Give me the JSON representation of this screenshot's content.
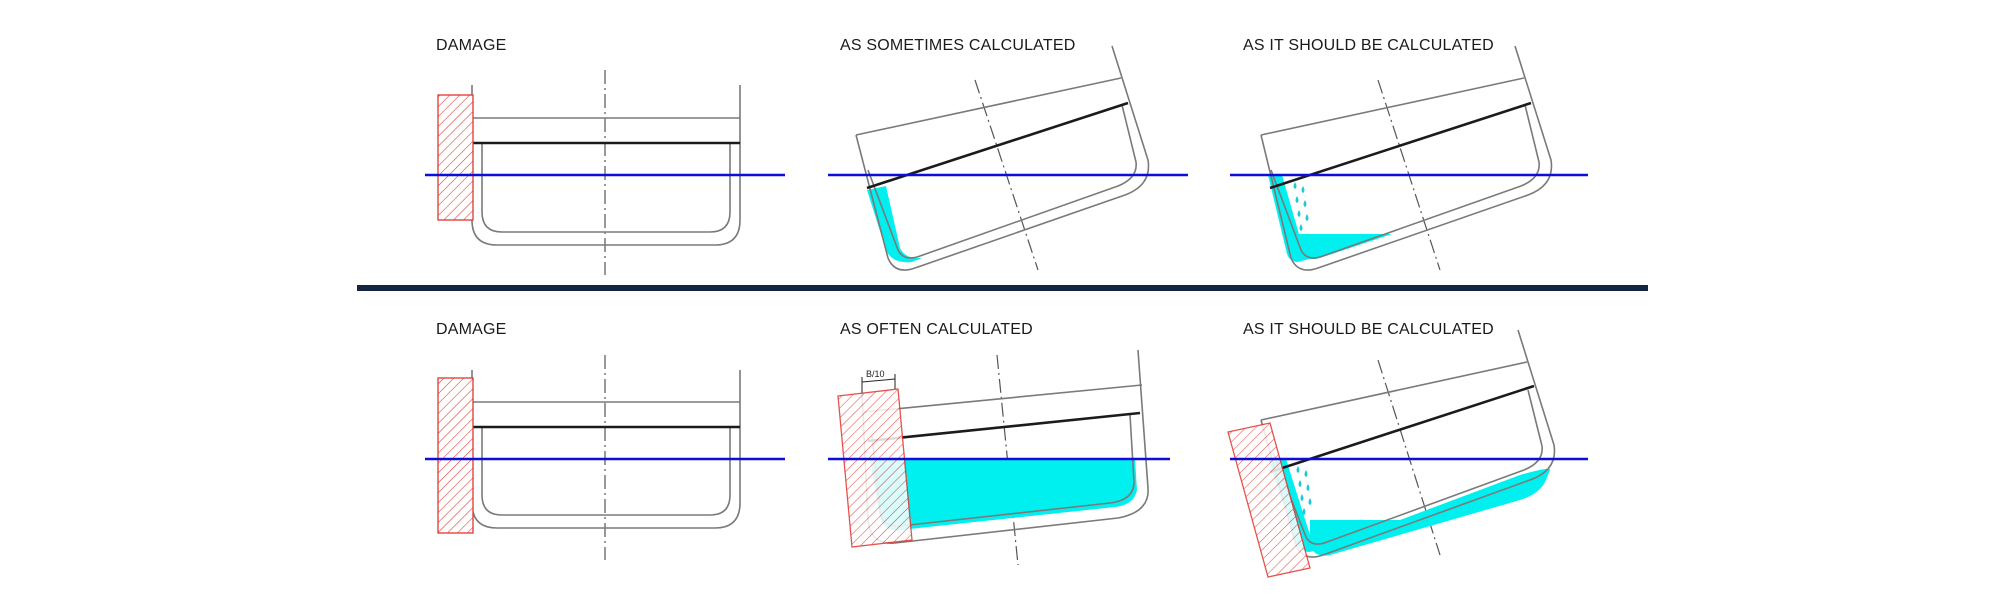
{
  "labels": {
    "top_left": "DAMAGE",
    "top_middle": "AS SOMETIMES CALCULATED",
    "top_right": "AS IT SHOULD BE CALCULATED",
    "bottom_left": "DAMAGE",
    "bottom_middle": "AS OFTEN CALCULATED",
    "bottom_right": "AS IT SHOULD BE CALCULATED",
    "dimension": "B/10"
  },
  "colors": {
    "waterline": "#0d0ddb",
    "floodwater": "#00f0ef",
    "damage_zone": "#e2352e",
    "separator": "#12263f"
  }
}
